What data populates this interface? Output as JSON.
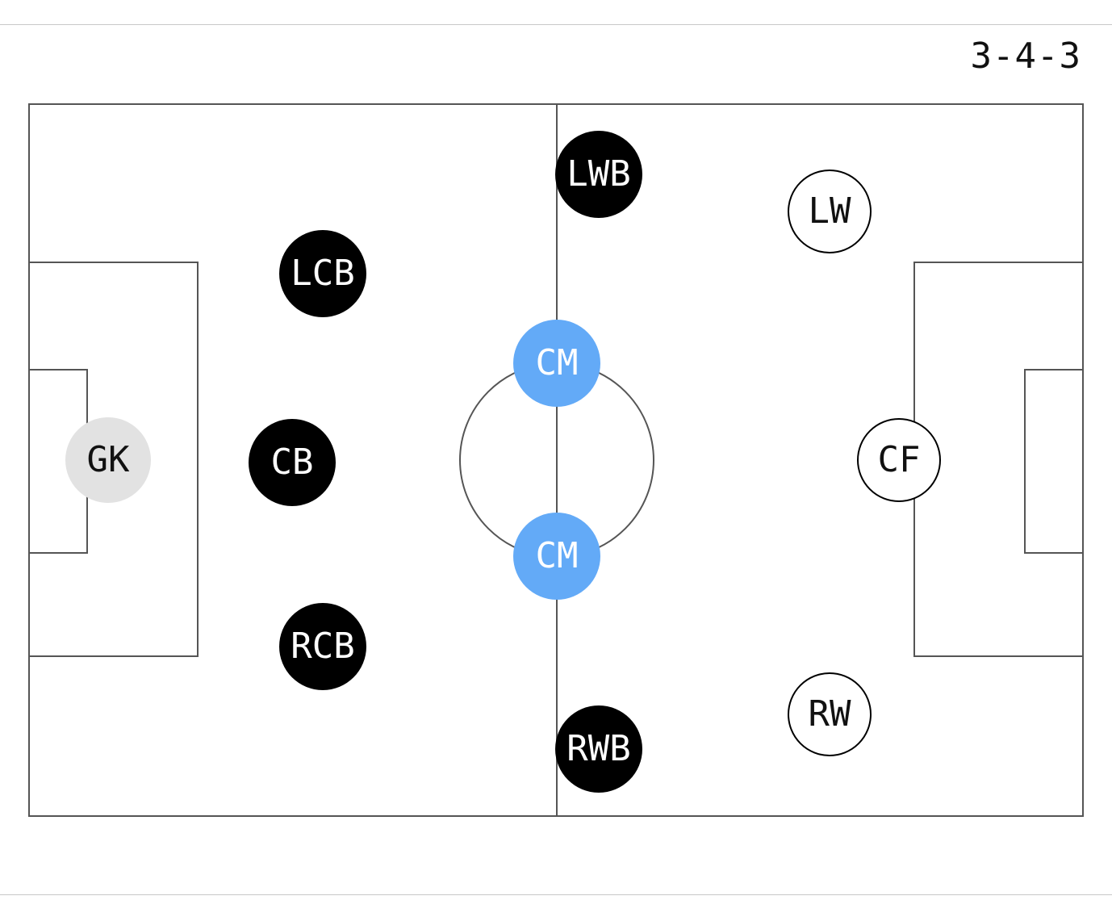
{
  "formation": "3-4-3",
  "colors": {
    "line": "#555555",
    "defender": "#000000",
    "midfielder": "#63aaf7",
    "goalkeeper": "#e2e2e2",
    "forward_fill": "#ffffff",
    "forward_stroke": "#000000"
  },
  "players": [
    {
      "label": "GK",
      "role": "goalkeeper"
    },
    {
      "label": "LCB",
      "role": "defender"
    },
    {
      "label": "CB",
      "role": "defender"
    },
    {
      "label": "RCB",
      "role": "defender"
    },
    {
      "label": "LWB",
      "role": "defender"
    },
    {
      "label": "CM",
      "role": "midfielder"
    },
    {
      "label": "CM",
      "role": "midfielder"
    },
    {
      "label": "RWB",
      "role": "defender"
    },
    {
      "label": "LW",
      "role": "forward"
    },
    {
      "label": "CF",
      "role": "forward"
    },
    {
      "label": "RW",
      "role": "forward"
    }
  ]
}
